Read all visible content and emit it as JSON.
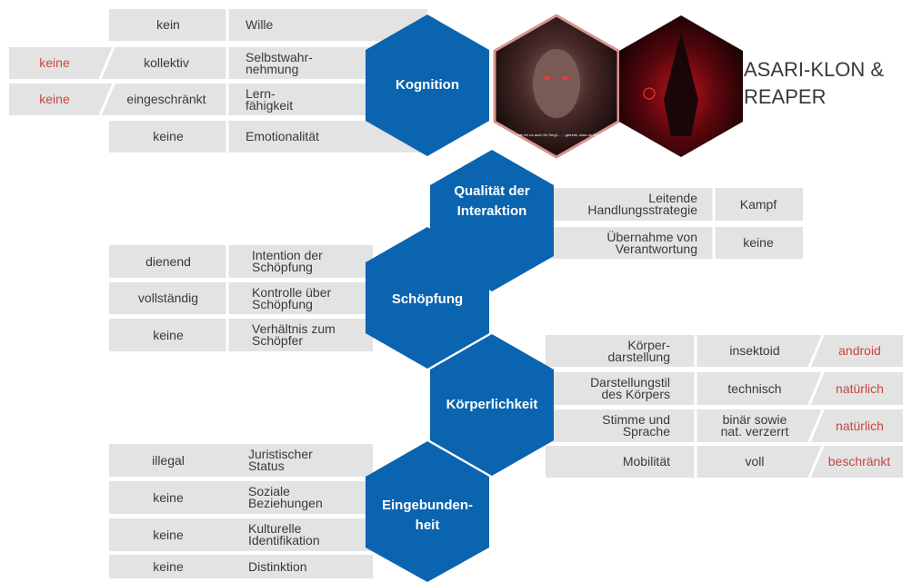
{
  "title": {
    "line1": "ASARI-KLON &",
    "line2": "REAPER"
  },
  "image_captions": {
    "asari_subtitle": "…eh, wie ich es auch für Sergi… …gefunkt, dass du Delta…"
  },
  "colors": {
    "hex_blue": "#0a64b0",
    "row_gray": "#e3e3e3",
    "highlight_red": "#c8473d",
    "text": "#3a3a3a"
  },
  "hexagons": {
    "kognition": "Kognition",
    "interaktion_l1": "Qualität der",
    "interaktion_l2": "Interaktion",
    "schoepfung": "Schöpfung",
    "koerperlichkeit": "Körperlichkeit",
    "eingebunden_l1": "Eingebunden-",
    "eingebunden_l2": "heit"
  },
  "kognition_rows": [
    {
      "compare": "",
      "value": "kein",
      "attr_l1": "Wille",
      "attr_l2": ""
    },
    {
      "compare": "keine",
      "value": "kollektiv",
      "attr_l1": "Selbstwahr-",
      "attr_l2": "nehmung"
    },
    {
      "compare": "keine",
      "value": "eingeschränkt",
      "attr_l1": "Lern-",
      "attr_l2": "fähigkeit"
    },
    {
      "compare": "",
      "value": "keine",
      "attr_l1": "Emotionalität",
      "attr_l2": ""
    }
  ],
  "interaktion_rows": [
    {
      "attr_l1": "Leitende",
      "attr_l2": "Handlungsstrategie",
      "value": "Kampf"
    },
    {
      "attr_l1": "Übernahme von",
      "attr_l2": "Verantwortung",
      "value": "keine"
    }
  ],
  "schoepfung_rows": [
    {
      "value": "dienend",
      "attr_l1": "Intention der",
      "attr_l2": "Schöpfung"
    },
    {
      "value": "vollständig",
      "attr_l1": "Kontrolle über",
      "attr_l2": "Schöpfung"
    },
    {
      "value": "keine",
      "attr_l1": "Verhältnis zum",
      "attr_l2": "Schöpfer"
    }
  ],
  "koerper_rows": [
    {
      "attr_l1": "Körper-",
      "attr_l2": "darstellung",
      "value_l1": "insektoid",
      "value_l2": "",
      "compare": "android"
    },
    {
      "attr_l1": "Darstellungstil",
      "attr_l2": "des Körpers",
      "value_l1": "technisch",
      "value_l2": "",
      "compare": "natürlich"
    },
    {
      "attr_l1": "Stimme und",
      "attr_l2": "Sprache",
      "value_l1": "binär sowie",
      "value_l2": "nat. verzerrt",
      "compare": "natürlich"
    },
    {
      "attr_l1": "Mobilität",
      "attr_l2": "",
      "value_l1": "voll",
      "value_l2": "",
      "compare": "beschränkt"
    }
  ],
  "eingebunden_rows": [
    {
      "value": "illegal",
      "attr_l1": "Juristischer",
      "attr_l2": "Status"
    },
    {
      "value": "keine",
      "attr_l1": "Soziale",
      "attr_l2": "Beziehungen"
    },
    {
      "value": "keine",
      "attr_l1": "Kulturelle",
      "attr_l2": "Identifikation"
    },
    {
      "value": "keine",
      "attr_l1": "Distinktion",
      "attr_l2": ""
    }
  ]
}
